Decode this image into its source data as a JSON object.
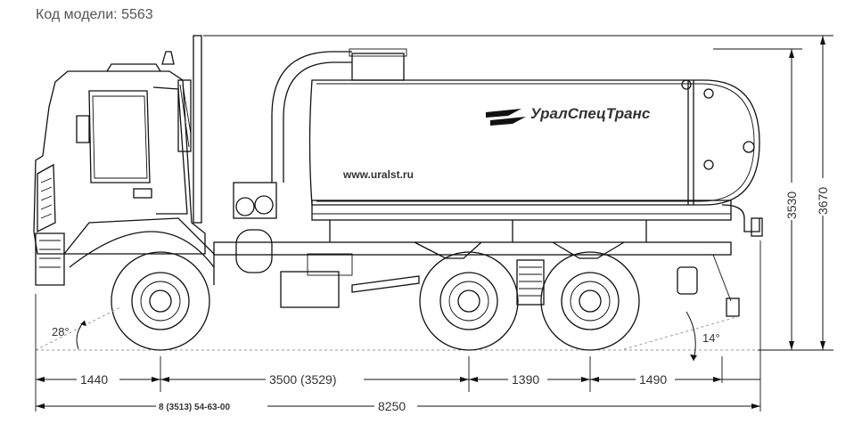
{
  "header": {
    "model_code": "Код модели: 5563"
  },
  "tank": {
    "brand": "УралСпецТранс",
    "url": "www.uralst.ru"
  },
  "dimensions": {
    "front_overhang": "1440",
    "wheelbase_1": "3500 (3529)",
    "wheelbase_2": "1390",
    "rear_overhang": "1490",
    "total_length": "8250",
    "total_length_note": "8 (3513) 54-63-00",
    "height_tank": "3530",
    "height_total": "3670",
    "angle_front": "28°",
    "angle_rear": "14°"
  },
  "colors": {
    "line": "#111111",
    "header_text": "#555555"
  }
}
